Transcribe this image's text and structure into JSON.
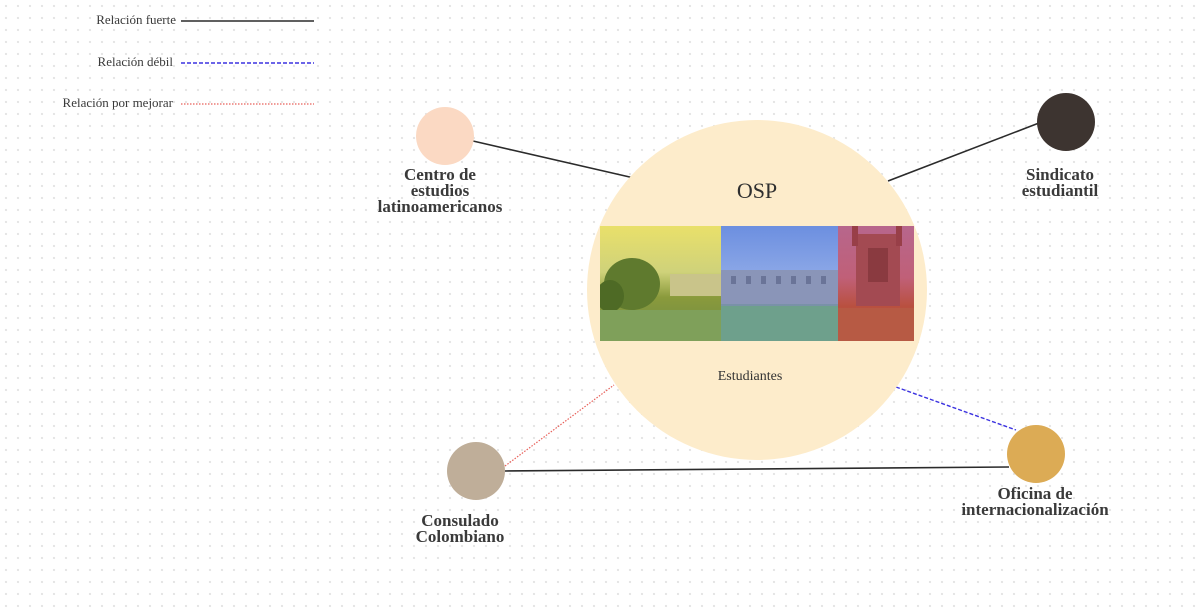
{
  "legend": {
    "items": [
      {
        "label": "Relación fuerte",
        "style": "solid",
        "color": "#2b2b2b"
      },
      {
        "label": "Relación débil",
        "style": "dashed",
        "color": "#3b32e0"
      },
      {
        "label": "Relación por mejorar",
        "style": "dotted",
        "color": "#e8605a"
      }
    ]
  },
  "center": {
    "title": "OSP",
    "subtitle": "Estudiantes",
    "fill_color": "#fdeccb",
    "photo_tint_colors": [
      "#e8dd52",
      "#5f7fe0",
      "#c4434a"
    ]
  },
  "nodes": [
    {
      "id": "centro",
      "label": "Centro de\nestudios\nlatinoamericanos",
      "color": "#fbd9c3"
    },
    {
      "id": "sindicato",
      "label": "Sindicato\nestudiantil",
      "color": "#3d3430"
    },
    {
      "id": "consulado",
      "label": "Consulado\nColombiano",
      "color": "#bfae99"
    },
    {
      "id": "oficina",
      "label": "Oficina de\ninternacionalización",
      "color": "#dcab55"
    }
  ],
  "relations": [
    {
      "from": "centro",
      "to": "OSP",
      "type": "fuerte"
    },
    {
      "from": "sindicato",
      "to": "OSP",
      "type": "fuerte"
    },
    {
      "from": "consulado",
      "to": "oficina",
      "type": "fuerte"
    },
    {
      "from": "consulado",
      "to": "OSP",
      "type": "por mejorar"
    },
    {
      "from": "oficina",
      "to": "OSP",
      "type": "débil"
    }
  ]
}
